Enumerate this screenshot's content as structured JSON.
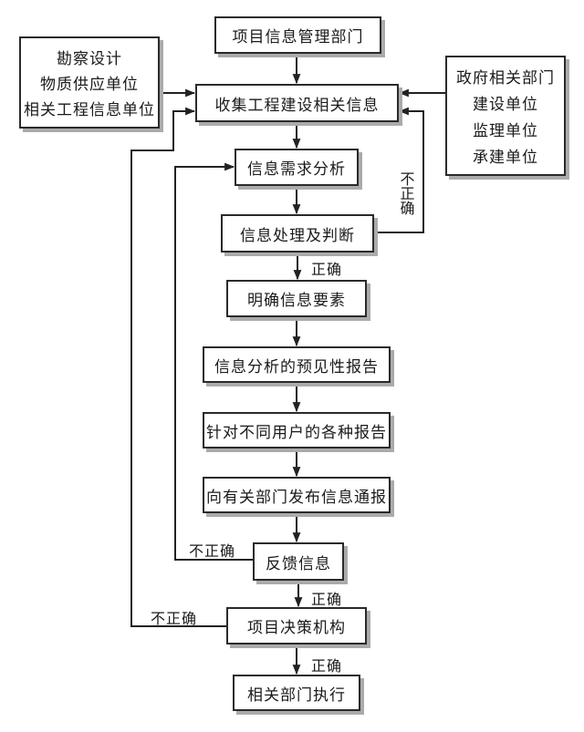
{
  "diagram": {
    "type": "flowchart",
    "nodes": {
      "top": {
        "label": "项目信息管理部门"
      },
      "left_sources": {
        "lines": [
          "勘察设计",
          "物质供应单位",
          "相关工程信息单位"
        ]
      },
      "right_sources": {
        "lines": [
          "政府相关部门",
          "建设单位",
          "监理单位",
          "承建单位"
        ]
      },
      "collect": {
        "label": "收集工程建设相关信息"
      },
      "need_analysis": {
        "label": "信息需求分析"
      },
      "processing": {
        "label": "信息处理及判断"
      },
      "clarify": {
        "label": "明确信息要素"
      },
      "foresight_report": {
        "label": "信息分析的预见性报告"
      },
      "user_reports": {
        "label": "针对不同用户的各种报告"
      },
      "notify": {
        "label": "向有关部门发布信息通报"
      },
      "feedback": {
        "label": "反馈信息"
      },
      "decision": {
        "label": "项目决策机构"
      },
      "execute": {
        "label": "相关部门执行"
      }
    },
    "edge_labels": {
      "correct_after_processing": "正确",
      "correct_after_feedback": "正确",
      "correct_after_decision": "正确",
      "incorrect_processing_loop": "不正确",
      "incorrect_feedback_loop": "不正确",
      "incorrect_decision_loop": "不正确"
    },
    "colors": {
      "background": "#ffffff",
      "box_fill": "#ffffff",
      "box_border": "#2a2a2a",
      "line": "#222222",
      "shadow": "#ababab",
      "text": "#1a1a1a"
    }
  }
}
